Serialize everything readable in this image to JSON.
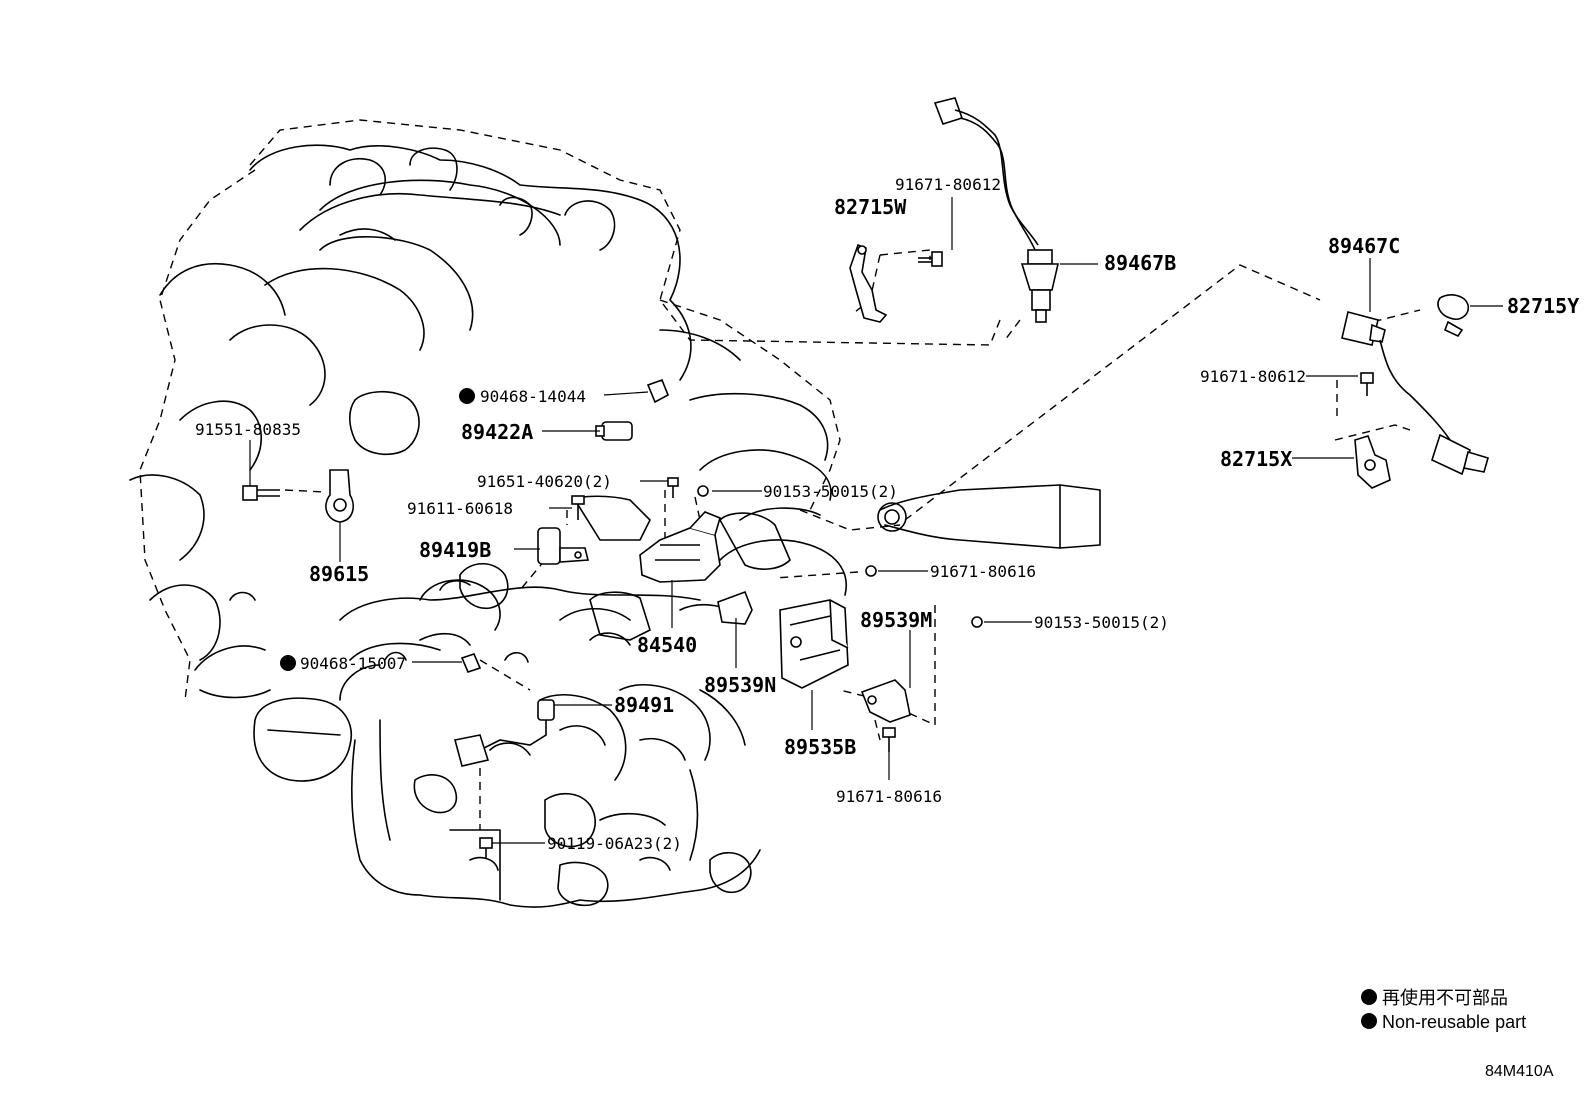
{
  "labels": {
    "p82715W": "82715W",
    "p91671_80612_a": "91671-80612",
    "p89467B": "89467B",
    "p89467C": "89467C",
    "p82715Y": "82715Y",
    "p91671_80612_b": "91671-80612",
    "p82715X": "82715X",
    "p90468_14044": "90468-14044",
    "p89422A": "89422A",
    "p91551_80835": "91551-80835",
    "p91651_40620": "91651-40620(2)",
    "p90153_50015_a": "90153-50015(2)",
    "p91611_60618": "91611-60618",
    "p89419B": "89419B",
    "p89615": "89615",
    "p91671_80616_a": "91671-80616",
    "p89539M": "89539M",
    "p90153_50015_b": "90153-50015(2)",
    "p84540": "84540",
    "p90468_15007": "90468-15007",
    "p89491": "89491",
    "p89539N": "89539N",
    "p89535B": "89535B",
    "p91671_80616_b": "91671-80616",
    "p90119_06A23": "90119-06A23(2)"
  },
  "legend": {
    "line1": "再使用不可部品",
    "line2": "Non-reusable part"
  },
  "diagram_code": "84M410A",
  "colors": {
    "ink": "#000000",
    "paper": "#ffffff"
  }
}
